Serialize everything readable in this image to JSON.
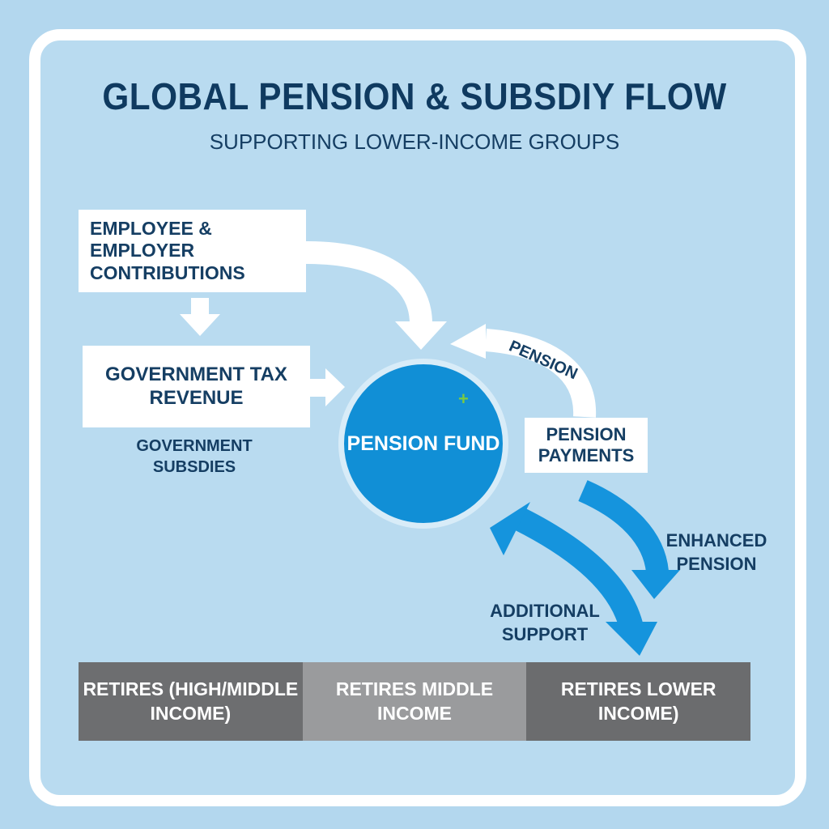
{
  "header": {
    "title": "GLOBAL PENSION & SUBSDIY FLOW",
    "subtitle": "SUPPORTING LOWER-INCOME GROUPS"
  },
  "nodes": {
    "contributions": "EMPLOYEE & EMPLOYER CONTRIBUTIONS",
    "tax_revenue": "GOVERNMENT TAX REVENUE",
    "pension_fund": "PENSION FUND",
    "pension_payments": "PENSION PAYMENTS"
  },
  "labels": {
    "government_subsidies": "GOVERNMENT SUBSDIES",
    "pension_arc": "PENSION",
    "enhanced_pension": "ENHANCED PENSION",
    "additional_support": "ADDITIONAL SUPPORT"
  },
  "tiers": [
    {
      "label": "RETIRES (HIGH/MIDDLE INCOME)"
    },
    {
      "label": "RETIRES MIDDLE INCOME"
    },
    {
      "label": "RETIRES LOWER INCOME)"
    }
  ],
  "colors": {
    "background": "#b9dbf0",
    "accent": "#118fd6",
    "text": "#153e63",
    "tier_dark": "#6d6e70",
    "tier_light": "#9a9b9d",
    "plus": "#7ac943"
  }
}
